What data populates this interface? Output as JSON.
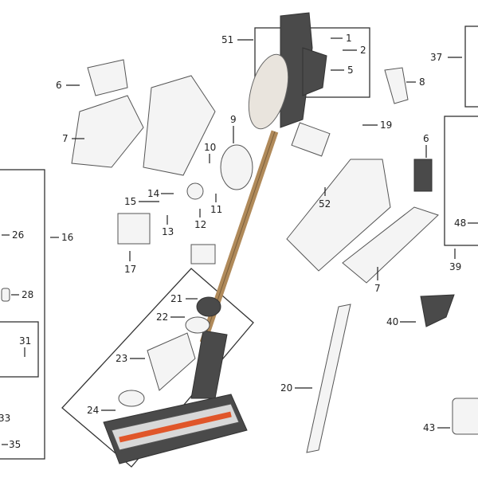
{
  "diagram": {
    "title": "Stick vacuum exploded parts diagram",
    "colors": {
      "tube": "#b08a5a",
      "body": "#4a4a4a",
      "brush": "#e0562a",
      "line": "#222222"
    },
    "callouts": {
      "c51": "51",
      "c1": "1",
      "c2": "2",
      "c5": "5",
      "c37": "37",
      "c8": "8",
      "c6a": "6",
      "c7a": "7",
      "c9": "9",
      "c19": "19",
      "c6b": "6",
      "c10": "10",
      "c14": "14",
      "c15": "15",
      "c26": "26",
      "c16": "16",
      "c52": "52",
      "c11": "11",
      "c12": "12",
      "c13": "13",
      "c48": "48",
      "c17": "17",
      "c39": "39",
      "c7b": "7",
      "c28": "28",
      "c21": "21",
      "c40": "40",
      "c22": "22",
      "c31": "31",
      "c23": "23",
      "c20": "20",
      "c24": "24",
      "c33": "33",
      "c43": "43",
      "c35": "35"
    }
  }
}
